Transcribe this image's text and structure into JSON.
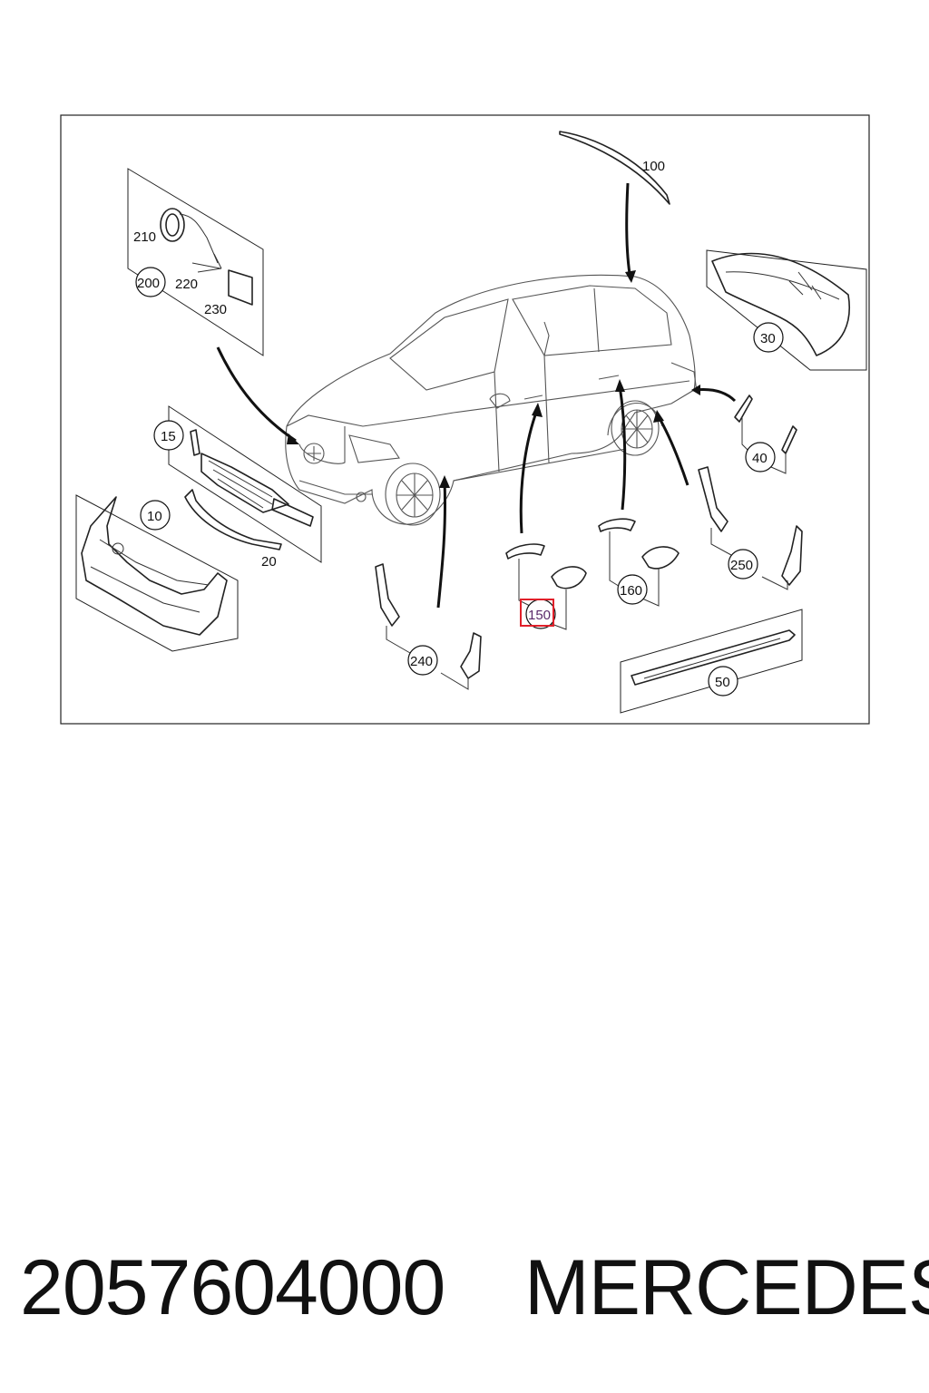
{
  "diagram": {
    "callouts": {
      "c100": "100",
      "c210": "210",
      "c200": "200",
      "c220": "220",
      "c230": "230",
      "c30": "30",
      "c15": "15",
      "c10": "10",
      "c20": "20",
      "c40": "40",
      "c250": "250",
      "c160": "160",
      "c150": "150",
      "c240": "240",
      "c50": "50"
    },
    "highlight": {
      "callout": "150",
      "color": "#e0202a"
    }
  },
  "footer": {
    "part_number": "2057604000",
    "brand": "MERCEDES"
  }
}
